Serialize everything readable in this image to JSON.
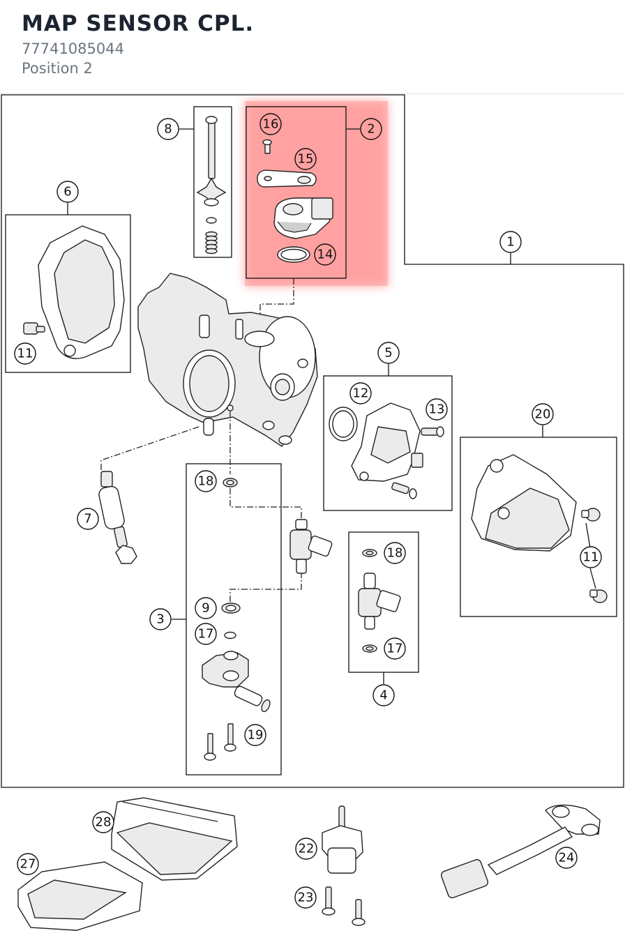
{
  "header": {
    "title": "MAP SENSOR CPL.",
    "part_number": "77741085044",
    "position": "Position 2"
  },
  "colors": {
    "highlight": "#ff8a8a",
    "title": "#1c2331",
    "subtitle": "#6b7480",
    "line": "#111111"
  },
  "callouts": {
    "c1": "1",
    "c2": "2",
    "c3": "3",
    "c4": "4",
    "c5": "5",
    "c6": "6",
    "c7": "7",
    "c8": "8",
    "c9": "9",
    "c11a": "11",
    "c11b": "11",
    "c12": "12",
    "c13": "13",
    "c14": "14",
    "c15": "15",
    "c16": "16",
    "c17a": "17",
    "c17b": "17",
    "c18a": "18",
    "c18b": "18",
    "c19": "19",
    "c20": "20",
    "c22": "22",
    "c23": "23",
    "c24": "24",
    "c27": "27",
    "c28": "28"
  },
  "highlighted_group": "2"
}
